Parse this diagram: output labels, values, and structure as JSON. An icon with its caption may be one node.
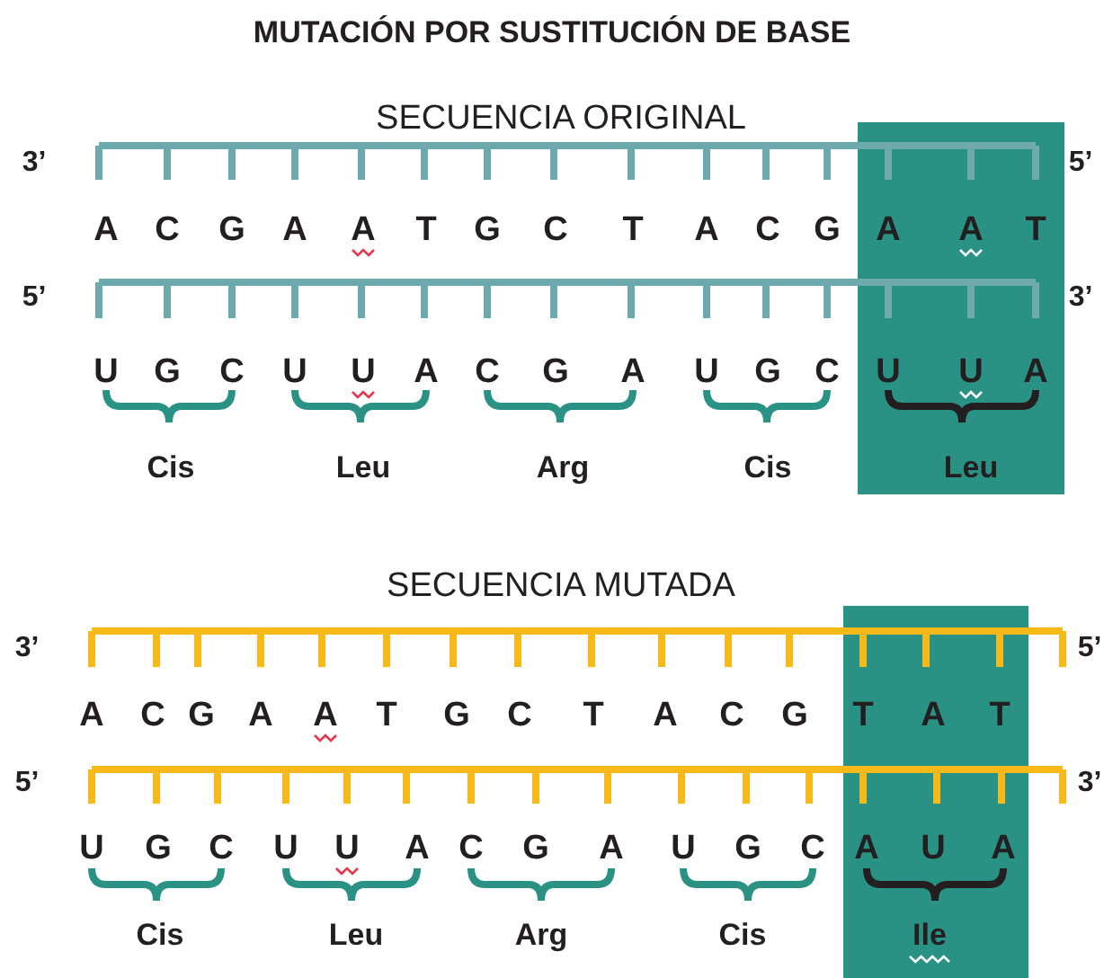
{
  "diagram": {
    "title": "MUTACIÓN POR SUSTITUCIÓN DE BASE",
    "labels": [
      "SECUENCIA ORIGINAL",
      "3’",
      "5’",
      "A",
      "C",
      "G",
      "A",
      "A",
      "T",
      "G",
      "C",
      "T",
      "A",
      "C",
      "G",
      "A",
      "A",
      "T",
      "5’",
      "3’",
      "U",
      "G",
      "C",
      "U",
      "U",
      "A",
      "C",
      "G",
      "A",
      "U",
      "G",
      "C",
      "U",
      "U",
      "A",
      "Cis",
      "Leu",
      "Arg",
      "Cis",
      "Leu",
      "SECUENCIA MUTADA",
      "3’",
      "5’",
      "A",
      "C",
      "G",
      "A",
      "A",
      "T",
      "G",
      "C",
      "T",
      "A",
      "C",
      "G",
      "T",
      "A",
      "T",
      "5’",
      "3’",
      "U",
      "G",
      "C",
      "U",
      "U",
      "A",
      "C",
      "G",
      "A",
      "U",
      "G",
      "C",
      "A",
      "U",
      "A",
      "Cis",
      "Leu",
      "Arg",
      "Cis",
      "Ile"
    ]
  }
}
